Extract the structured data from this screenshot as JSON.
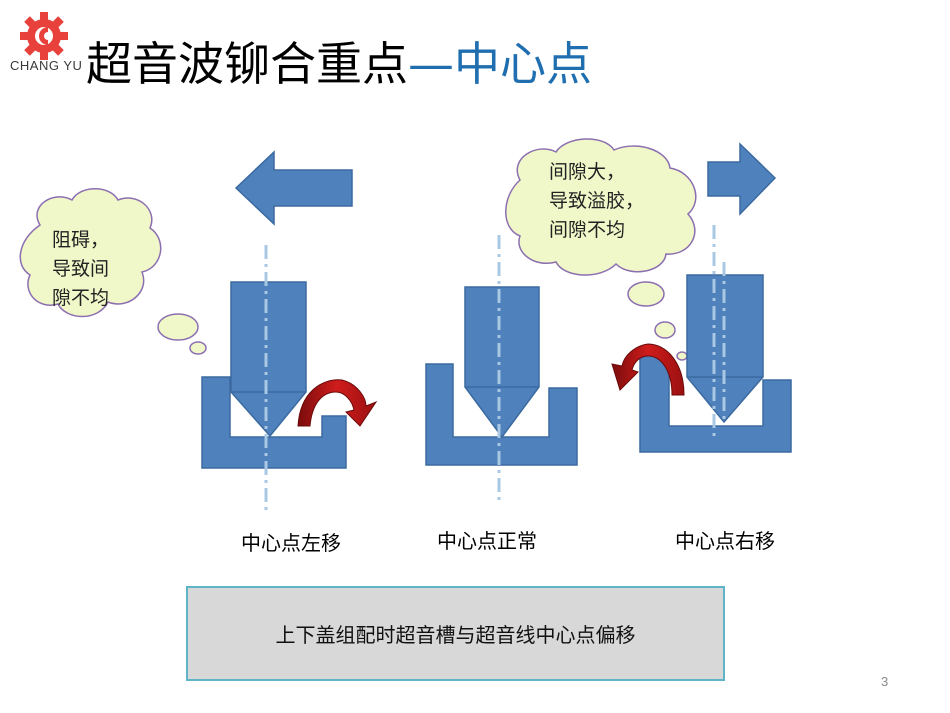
{
  "logo": {
    "text": "CHANG YU",
    "brand_color": "#e8403a"
  },
  "title": {
    "main": "超音波铆合重点",
    "accent": "—中心点"
  },
  "diagrams": [
    {
      "caption": "中心点左移",
      "bubble_lines": [
        "阻碍，",
        "导致间",
        "隙不均"
      ],
      "arrow_direction": "left"
    },
    {
      "caption": "中心点正常"
    },
    {
      "caption": "中心点右移",
      "bubble_lines": [
        "间隙大，",
        "导致溢胶，",
        "间隙不均"
      ],
      "arrow_direction": "right"
    }
  ],
  "summary": "上下盖组配时超音槽与超音线中心点偏移",
  "page_number": "3",
  "colors": {
    "shape_blue": "#4f81bd",
    "shape_border": "#3b6aa0",
    "bubble_fill": "#f0f7c8",
    "bubble_border": "#8c6fb0",
    "rotation_arrow": "#d01c1c",
    "center_line": "#a9c8e4",
    "title_accent": "#1f6fb0"
  }
}
